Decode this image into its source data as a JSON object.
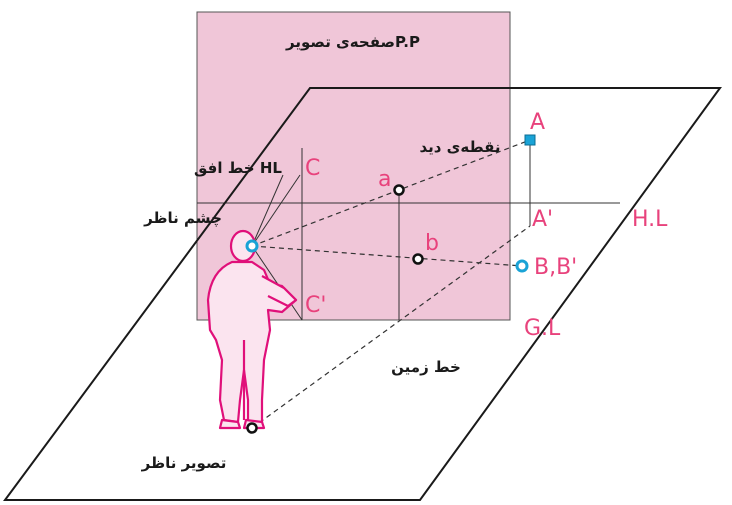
{
  "labels": {
    "picture_plane": "صفحه‌ی تصویرP.P",
    "horizon_line_fa": "خط افق HL",
    "eye_of_observer": "چشم ناظر",
    "sight_point": "نقطه‌ی دید",
    "ground_line_fa": "خط زمین",
    "observer_image": "تصویر ناظر"
  },
  "points": {
    "A": "A",
    "A_prime": "A'",
    "B": "B,B'",
    "a": "a",
    "b": "b",
    "C": "C",
    "C_prime": "C'"
  },
  "lines": {
    "HL": "H.L",
    "GL": "G.L"
  },
  "colors": {
    "plane_fill": "#f0c6d8",
    "figure": "#e0107a",
    "marker_cyan": "#1aa3d6",
    "latin_labels": "#e8427c",
    "lines": "#1a1a1a"
  }
}
